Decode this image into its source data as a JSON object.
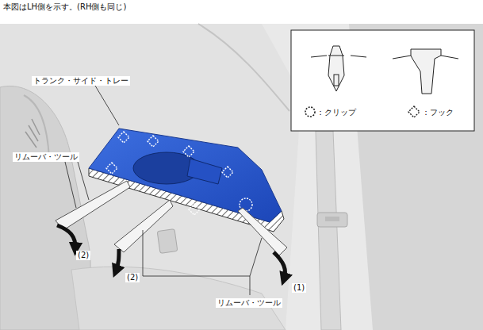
{
  "diagram": {
    "labels": [
      "本図はLH側を示す。(RH側も同じ)",
      "トランク・サイド・トレー",
      "リムーバ・ツール",
      "リムーバ・ツール",
      "(1)",
      "(2)",
      "(2)"
    ],
    "legend": [
      {
        "text": "：クリップ"
      },
      {
        "text": "：フック"
      }
    ]
  }
}
